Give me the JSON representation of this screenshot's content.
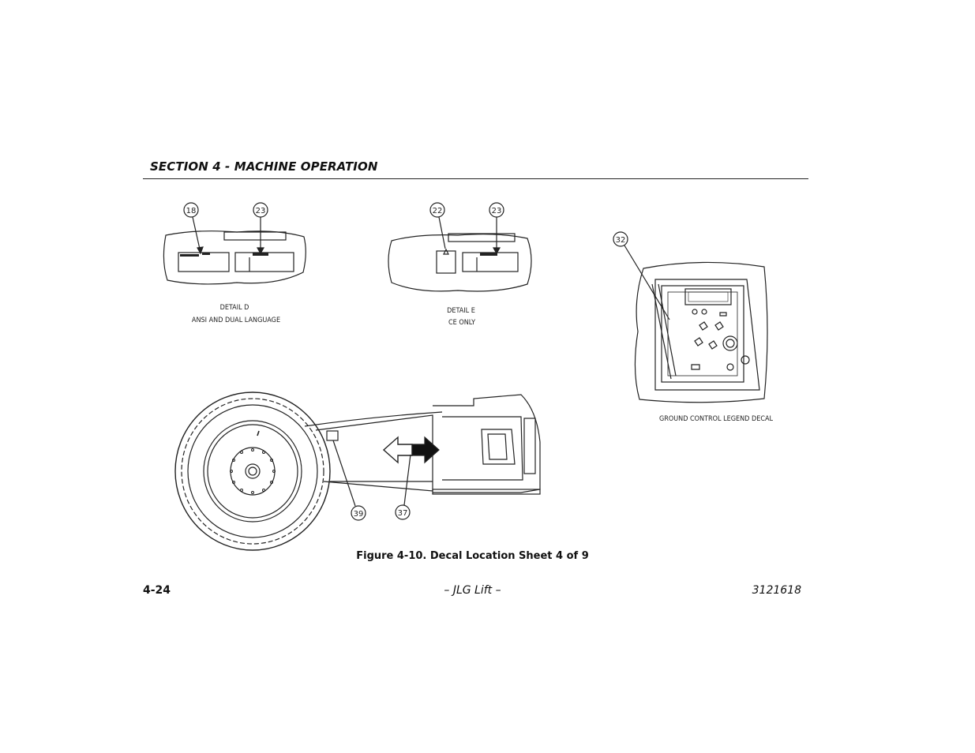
{
  "header": {
    "section_title": "SECTION 4 - MACHINE OPERATION"
  },
  "figure": {
    "caption": "Figure 4-10. Decal Location Sheet 4 of 9",
    "detail_d": {
      "line1": "DETAIL D",
      "line2": "ANSI AND DUAL LANGUAGE",
      "callouts": [
        "18",
        "23"
      ]
    },
    "detail_e": {
      "line1": "DETAIL E",
      "line2": "CE ONLY",
      "callouts": [
        "22",
        "23"
      ]
    },
    "ground_control": {
      "label": "GROUND CONTROL LEGEND DECAL",
      "callout": "32"
    },
    "chassis": {
      "callouts": [
        "39",
        "37"
      ]
    }
  },
  "footer": {
    "page_number": "4-24",
    "center": "– JLG Lift –",
    "doc_number": "3121618"
  }
}
